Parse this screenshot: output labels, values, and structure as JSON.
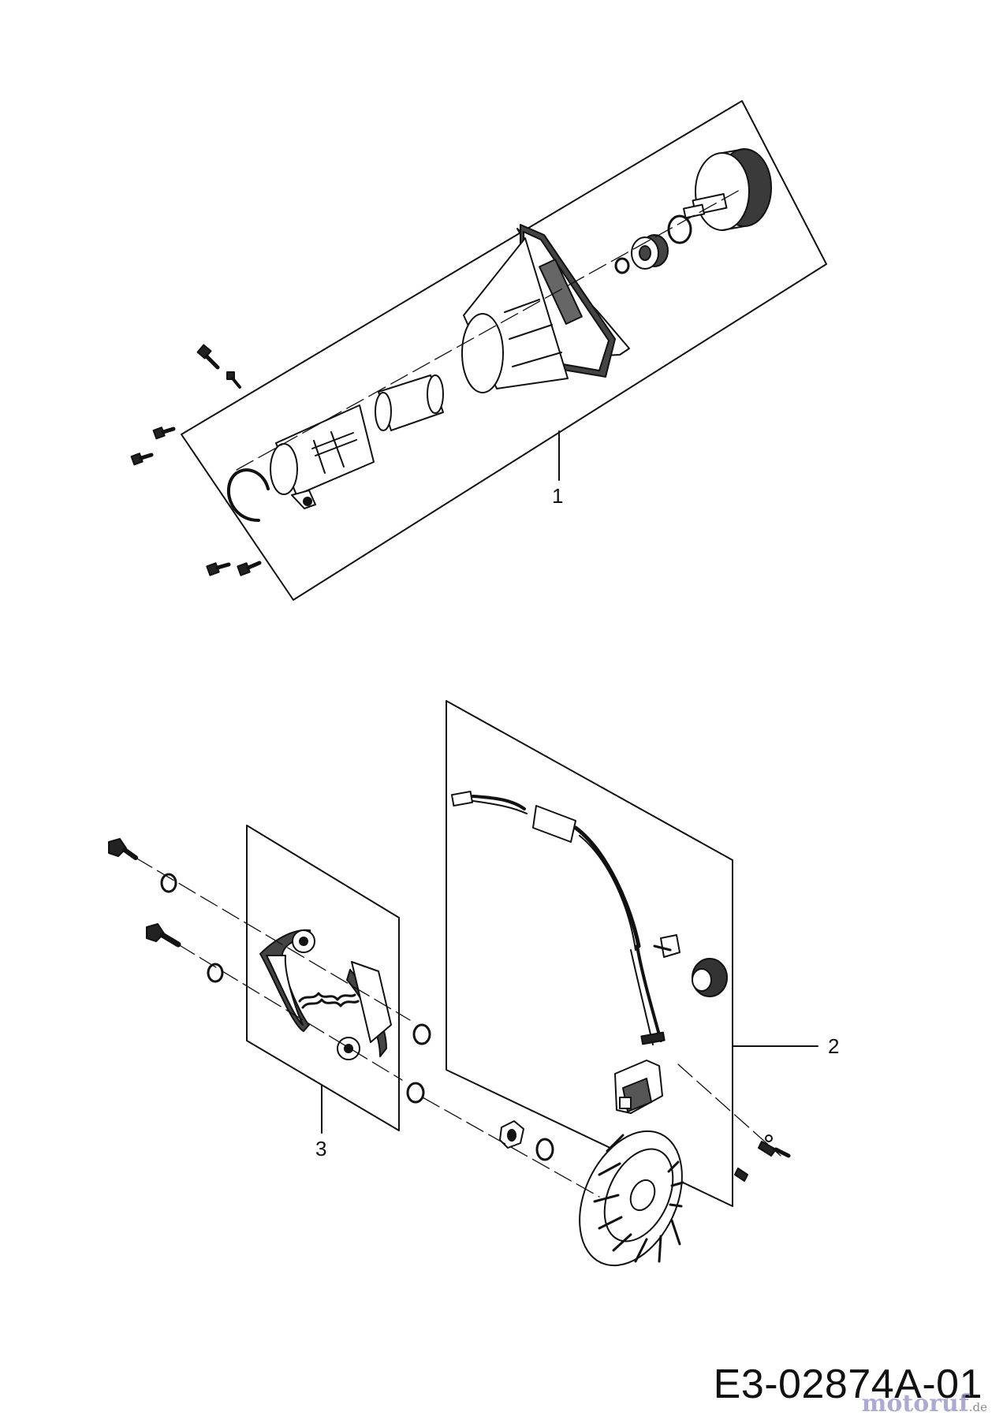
{
  "diagram": {
    "drawing_code": "E3-02874A-01",
    "watermark": {
      "name": "motoruf",
      "suffix": ".de"
    },
    "callouts": [
      {
        "id": "1",
        "label": "1"
      },
      {
        "id": "2",
        "label": "2"
      },
      {
        "id": "3",
        "label": "3"
      }
    ]
  }
}
